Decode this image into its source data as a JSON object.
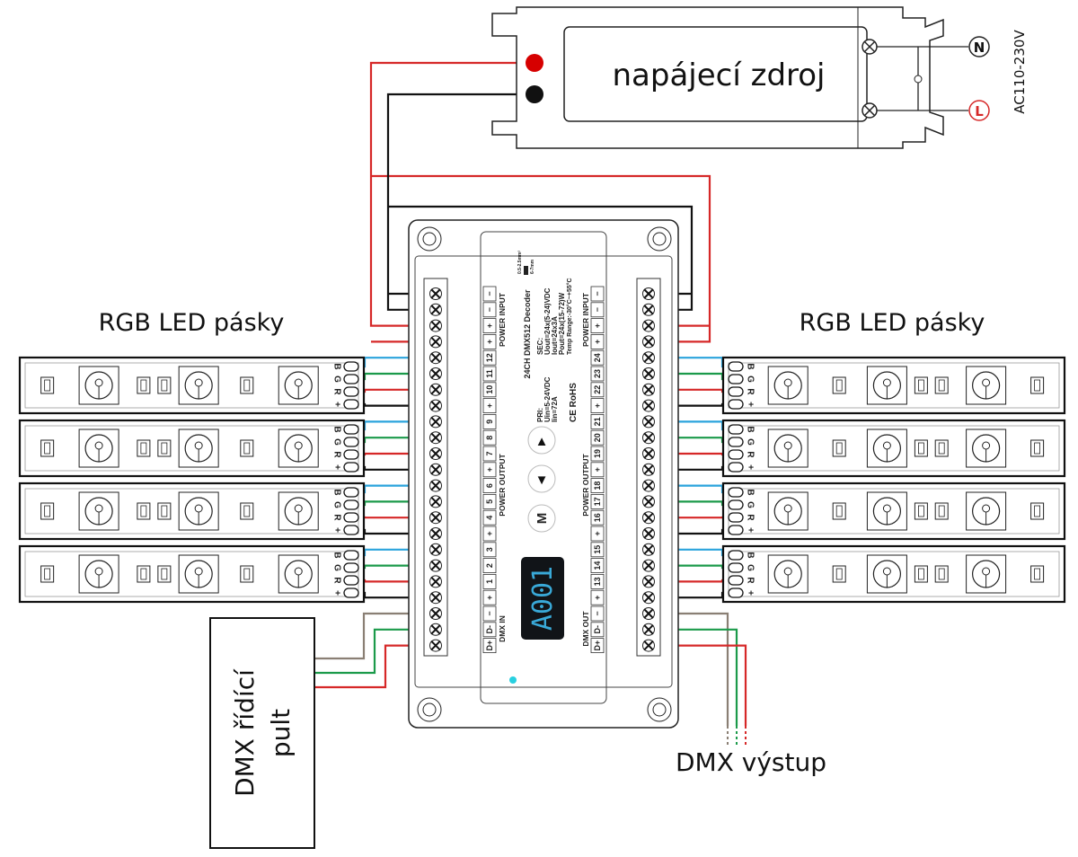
{
  "power_supply": {
    "label": "napájecí zdroj",
    "input_voltage": "AC110-230V",
    "neutral": "N",
    "live": "L"
  },
  "strips": {
    "left_title": "RGB LED pásky",
    "right_title": "RGB LED pásky",
    "pins": [
      "B",
      "G",
      "R",
      "+"
    ]
  },
  "controller": {
    "line1": "DMX řídící",
    "line2": "pult"
  },
  "dmx_output": "DMX výstup",
  "decoder": {
    "model": "24CH DMX512 Decoder",
    "sec": "SEC:",
    "uout": "Uout=24x(5-24)VDC",
    "iout": "Iout=24x3A",
    "pout": "Pout=24x(15-72)W",
    "temp": "Temp Range:-30°C~+55°C",
    "pri": "PRI:",
    "uin": "Uin=5-24VDC",
    "iin": "Iin=72A",
    "cert": "CE RoHS",
    "wire_size": "0.5-2.5mm²",
    "strip_len": "6-7mm",
    "display": "A001",
    "btn_up": "▲",
    "btn_down": "▼",
    "btn_mode": "M",
    "left_terminals": [
      "−",
      "−",
      "+",
      "+",
      "12",
      "11",
      "10",
      "+",
      "9",
      "8",
      "7",
      "+",
      "6",
      "5",
      "4",
      "+",
      "3",
      "2",
      "1",
      "+",
      "−",
      "D-",
      "D+"
    ],
    "right_terminals": [
      "−",
      "−",
      "+",
      "+",
      "24",
      "23",
      "22",
      "+",
      "21",
      "20",
      "19",
      "+",
      "18",
      "17",
      "16",
      "+",
      "15",
      "14",
      "13",
      "+",
      "−",
      "D-",
      "D+"
    ],
    "left_power_input": "POWER INPUT",
    "left_power_output": "POWER OUTPUT",
    "dmx_in": "DMX IN",
    "right_power_input": "POWER INPUT",
    "right_power_output": "POWER OUTPUT",
    "dmx_out": "DMX OUT"
  },
  "colors": {
    "red": "#d62828",
    "black": "#111111",
    "blue": "#2aa3dc",
    "green": "#1b9a4a",
    "display_bg": "#111418",
    "display_text": "#39a9d8",
    "indicator": "#28d0e0"
  }
}
